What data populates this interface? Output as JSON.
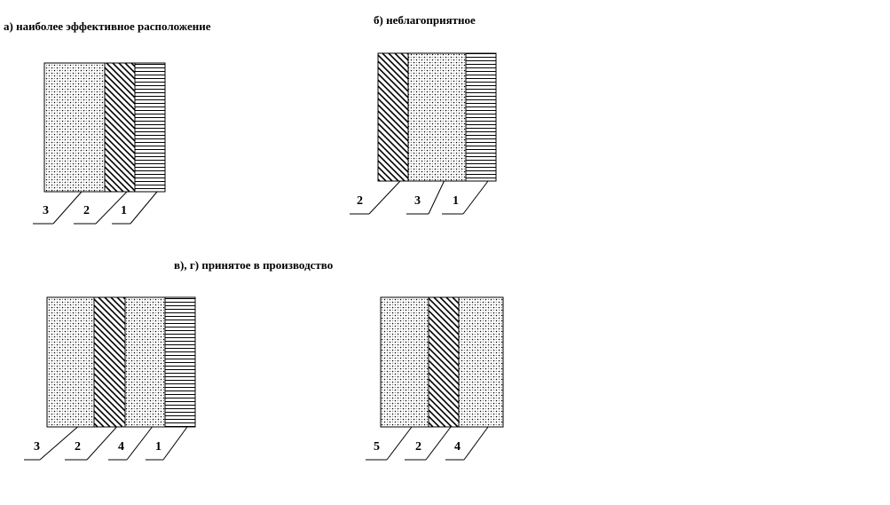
{
  "captions": {
    "a": "а) наиболее эффективное  расположение",
    "b": "б) неблагоприятное",
    "vg": "в),  г)  принятое в производство"
  },
  "diagrams": [
    {
      "id": "a",
      "layers": [
        "dots",
        "diagonal",
        "horizontal"
      ],
      "labels": [
        "3",
        "2",
        "1"
      ]
    },
    {
      "id": "b",
      "layers": [
        "diagonal",
        "dots",
        "horizontal"
      ],
      "labels": [
        "2",
        "3",
        "1"
      ]
    },
    {
      "id": "v",
      "layers": [
        "dots",
        "diagonal",
        "dots",
        "horizontal"
      ],
      "labels": [
        "3",
        "2",
        "4",
        "1"
      ]
    },
    {
      "id": "g",
      "layers": [
        "dots",
        "diagonal",
        "dots"
      ],
      "labels": [
        "5",
        "2",
        "4"
      ]
    }
  ]
}
